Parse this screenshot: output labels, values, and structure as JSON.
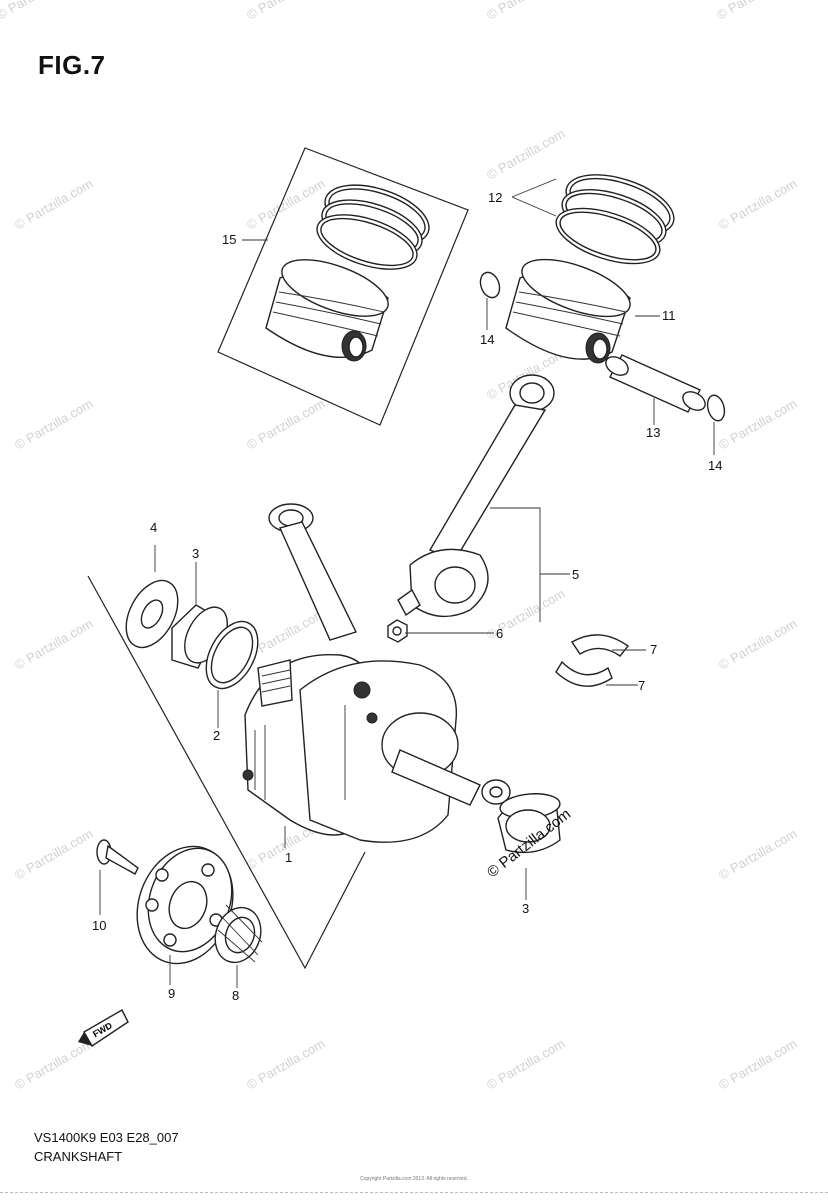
{
  "figure": {
    "title": "FIG.7"
  },
  "footer": {
    "code": "VS1400K9 E03 E28_007",
    "name": "CRANKSHAFT"
  },
  "copyright": "Copyright Partzilla.com 2013. All rights reserved.",
  "watermark": {
    "text": "© Partzilla.com",
    "featured_text": "© Partzilla.com"
  },
  "direction_marker": {
    "text": "FWD"
  },
  "callouts": [
    {
      "number": "1",
      "part": "crankshaft"
    },
    {
      "number": "2",
      "part": "crank-bearing-ring"
    },
    {
      "number": "3",
      "part": "crank-bearing"
    },
    {
      "number": "3",
      "part": "crank-bearing"
    },
    {
      "number": "4",
      "part": "thrust-washer"
    },
    {
      "number": "5",
      "part": "connecting-rod"
    },
    {
      "number": "6",
      "part": "rod-nut"
    },
    {
      "number": "7",
      "part": "rod-bearing"
    },
    {
      "number": "7",
      "part": "rod-bearing"
    },
    {
      "number": "8",
      "part": "starter-gear"
    },
    {
      "number": "9",
      "part": "starter-clutch"
    },
    {
      "number": "10",
      "part": "bolt"
    },
    {
      "number": "11",
      "part": "piston"
    },
    {
      "number": "12",
      "part": "piston-ring-set"
    },
    {
      "number": "13",
      "part": "piston-pin"
    },
    {
      "number": "14",
      "part": "circlip"
    },
    {
      "number": "14",
      "part": "circlip"
    },
    {
      "number": "15",
      "part": "piston-assembly"
    }
  ]
}
